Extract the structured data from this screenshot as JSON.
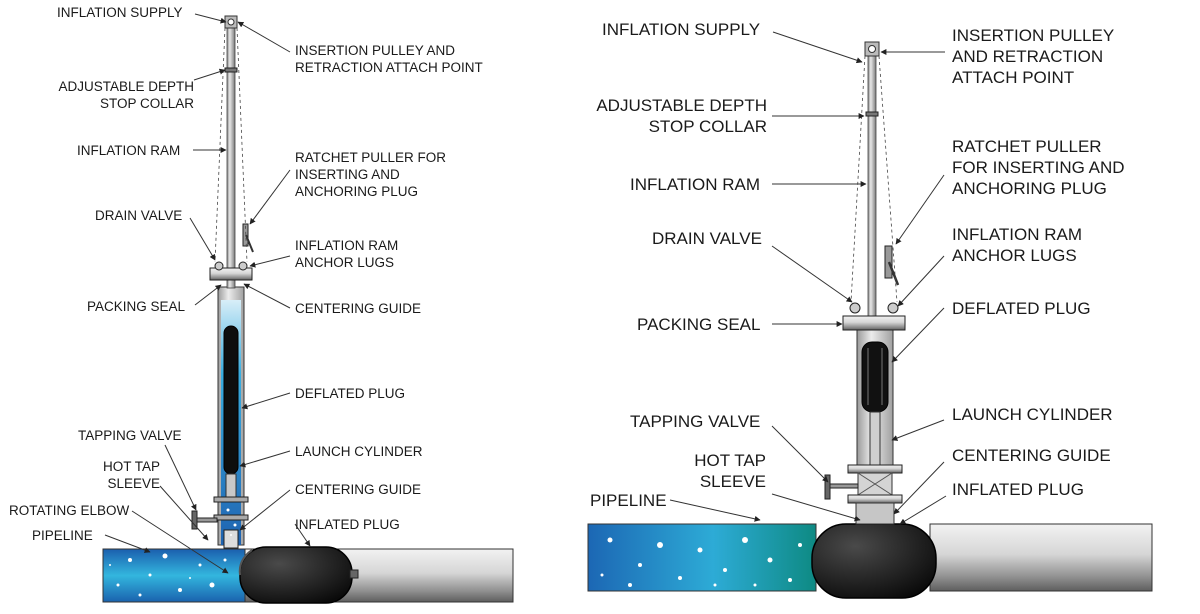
{
  "left_diagram": {
    "labels": {
      "inflation_supply": "INFLATION SUPPLY",
      "insertion_pulley": "INSERTION PULLEY AND\nRETRACTION ATTACH POINT",
      "depth_stop": "ADJUSTABLE DEPTH\nSTOP COLLAR",
      "inflation_ram": "INFLATION RAM",
      "ratchet_puller": "RATCHET PULLER FOR\nINSERTING AND\nANCHORING PLUG",
      "drain_valve": "DRAIN VALVE",
      "anchor_lugs": "INFLATION RAM\nANCHOR LUGS",
      "packing_seal": "PACKING SEAL",
      "centering_guide_top": "CENTERING GUIDE",
      "deflated_plug": "DEFLATED PLUG",
      "tapping_valve": "TAPPING VALVE",
      "launch_cylinder": "LAUNCH CYLINDER",
      "hot_tap_sleeve": "HOT TAP\nSLEEVE",
      "centering_guide_bottom": "CENTERING GUIDE",
      "rotating_elbow": "ROTATING ELBOW",
      "inflated_plug": "INFLATED PLUG",
      "pipeline": "PIPELINE"
    }
  },
  "right_diagram": {
    "labels": {
      "inflation_supply": "INFLATION SUPPLY",
      "insertion_pulley": "INSERTION PULLEY\nAND RETRACTION\nATTACH POINT",
      "depth_stop": "ADJUSTABLE DEPTH\nSTOP COLLAR",
      "ratchet_puller": "RATCHET PULLER\nFOR INSERTING AND\nANCHORING PLUG",
      "inflation_ram": "INFLATION RAM",
      "drain_valve": "DRAIN VALVE",
      "anchor_lugs": "INFLATION RAM\nANCHOR LUGS",
      "deflated_plug": "DEFLATED PLUG",
      "packing_seal": "PACKING SEAL",
      "tapping_valve": "TAPPING VALVE",
      "launch_cylinder": "LAUNCH CYLINDER",
      "hot_tap_sleeve": "HOT TAP\nSLEEVE",
      "centering_guide": "CENTERING GUIDE",
      "pipeline": "PIPELINE",
      "inflated_plug": "INFLATED PLUG"
    }
  },
  "colors": {
    "water_dark": "#1a6fb8",
    "water_light": "#2fb0d8",
    "water_teal": "#0d8a86",
    "pipe_steel": "#bdbdbd",
    "plug_black": "#111111",
    "leader_line": "#333333"
  }
}
